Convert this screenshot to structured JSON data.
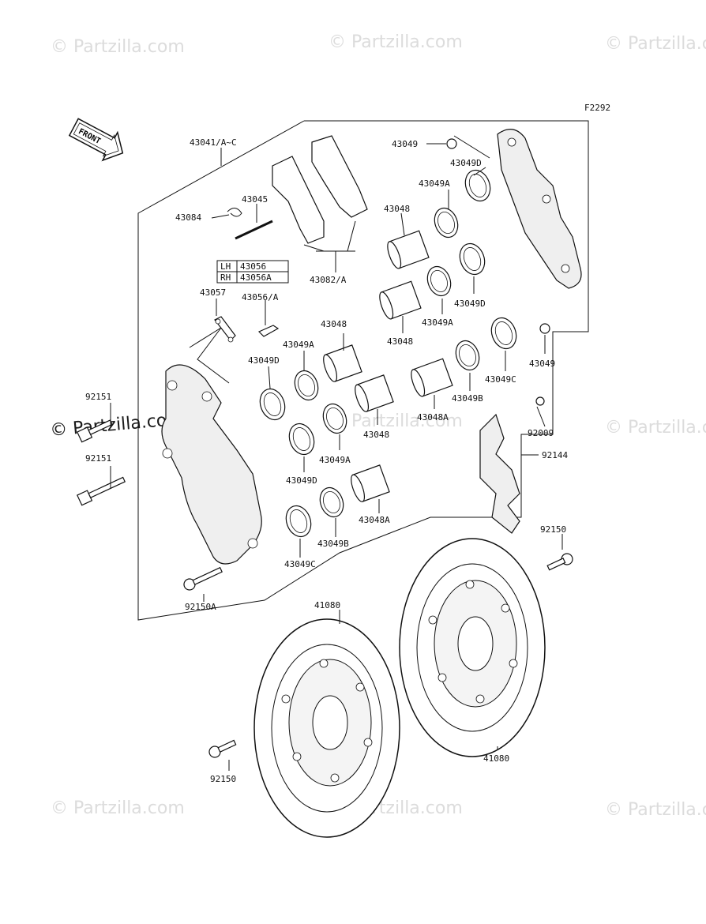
{
  "figure_code": "F2292",
  "front_arrow": "FRONT",
  "watermark": "© Partzilla.com",
  "labels": {
    "p43041": "43041/A~C",
    "p43084": "43084",
    "p43045": "43045",
    "p43082": "43082/A",
    "lh": "LH",
    "lh_part": "43056",
    "rh": "RH",
    "rh_part": "43056A",
    "p43057": "43057",
    "p43056a": "43056/A",
    "p43049_top": "43049",
    "p43049d_top": "43049D",
    "p43049a_top": "43049A",
    "p43048_top": "43048",
    "p43049d_r": "43049D",
    "p43049a_r": "43049A",
    "p43048_r": "43048",
    "p43049_r": "43049",
    "p43049c_r": "43049C",
    "p43049b_r": "43049B",
    "p43048a_r": "43048A",
    "p43048_l1": "43048",
    "p43049a_l1": "43049A",
    "p43049d_l1": "43049D",
    "p43048_mid": "43048",
    "p43049a_mid": "43049A",
    "p43049d_mid": "43049D",
    "p43048a_mid": "43048A",
    "p43049b_mid": "43049B",
    "p43049c_mid": "43049C",
    "p92151_a": "92151",
    "p92151_b": "92151",
    "p92009": "92009",
    "p92144": "92144",
    "p92150a": "92150A",
    "p92150_r": "92150",
    "p41080_l": "41080",
    "p41080_r": "41080",
    "p92150_l": "92150"
  }
}
